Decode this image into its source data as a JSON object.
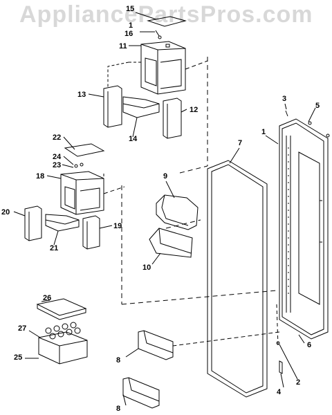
{
  "watermark": "AppliancePartsPros.com",
  "callouts": [
    {
      "id": "c1a",
      "text": "1"
    },
    {
      "id": "c1b",
      "text": "1"
    },
    {
      "id": "c2",
      "text": "2"
    },
    {
      "id": "c3",
      "text": "3"
    },
    {
      "id": "c4",
      "text": "4"
    },
    {
      "id": "c5",
      "text": "5"
    },
    {
      "id": "c6",
      "text": "6"
    },
    {
      "id": "c7",
      "text": "7"
    },
    {
      "id": "c8a",
      "text": "8"
    },
    {
      "id": "c8b",
      "text": "8"
    },
    {
      "id": "c9",
      "text": "9"
    },
    {
      "id": "c10",
      "text": "10"
    },
    {
      "id": "c11",
      "text": "11"
    },
    {
      "id": "c12",
      "text": "12"
    },
    {
      "id": "c13",
      "text": "13"
    },
    {
      "id": "c14",
      "text": "14"
    },
    {
      "id": "c15",
      "text": "15"
    },
    {
      "id": "c16",
      "text": "16"
    },
    {
      "id": "c18",
      "text": "18"
    },
    {
      "id": "c19",
      "text": "19"
    },
    {
      "id": "c20",
      "text": "20"
    },
    {
      "id": "c21",
      "text": "21"
    },
    {
      "id": "c22",
      "text": "22"
    },
    {
      "id": "c23",
      "text": "23"
    },
    {
      "id": "c24",
      "text": "24"
    },
    {
      "id": "c25",
      "text": "25"
    },
    {
      "id": "c26",
      "text": "26"
    },
    {
      "id": "c27",
      "text": "27"
    }
  ]
}
